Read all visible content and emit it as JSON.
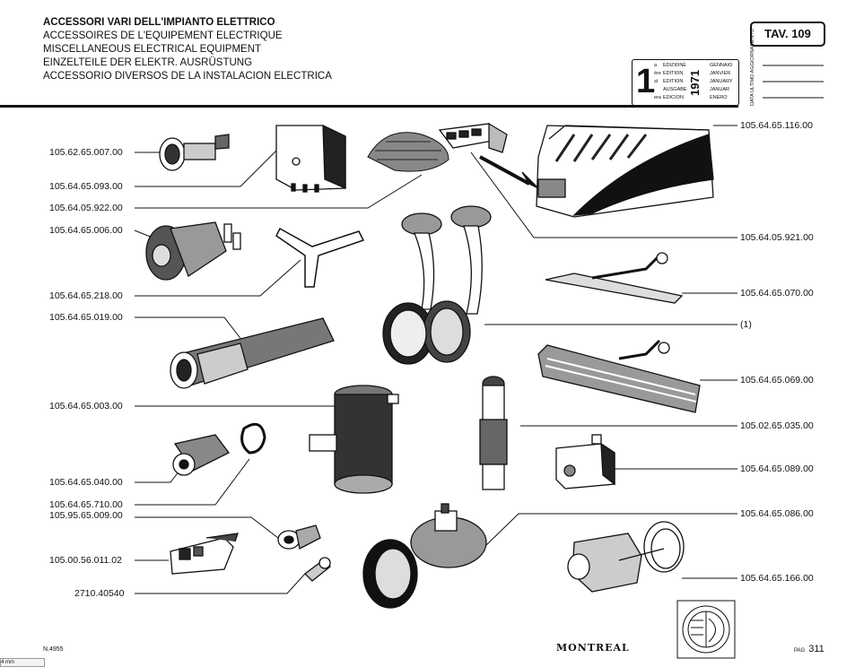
{
  "title_lines": [
    "ACCESSORI VARI DELL'IMPIANTO ELETTRICO",
    "ACCESSOIRES DE L'EQUIPEMENT ELECTRIQUE",
    "MISCELLANEOUS ELECTRICAL EQUIPMENT",
    "EINZELTEILE DER ELEKTR. AUSRÜSTUNG",
    "ACCESSORIO DIVERSOS DE LA INSTALACION ELECTRICA"
  ],
  "table_label": "TAV. 109",
  "edition": {
    "number": "1",
    "ordinals": [
      "a",
      "ère",
      "st",
      ".",
      "era"
    ],
    "words": [
      "EDIZIONE",
      "EDITION",
      "EDITION",
      "AUSGABE",
      "EDICION"
    ],
    "year": "1971",
    "months": [
      "GENNAIO",
      "JANVIER",
      "JANUARY",
      "JANUAR",
      "ENERO"
    ],
    "update_label": "DATA ULTIMO AGGIORNAMENTO"
  },
  "left_parts": [
    "105.62.65.007.00",
    "105.64.65.093.00",
    "105.64.05.922.00",
    "105.64.65.006.00",
    "105.64.65.218.00",
    "105.64.65.019.00",
    "105.64.65.003.00",
    "105.64.65.040.00",
    "105.64.65.710.00",
    "105.95.65.009.00",
    "105.00.56.011.02",
    "2710.40540"
  ],
  "right_parts": [
    "105.64.65.116.00",
    "105.64.05.921.00",
    "105.64.65.070.00",
    "(1)",
    "105.64.65.069.00",
    "105.02.65.035.00",
    "105.64.65.089.00",
    "105.64.65.086.00",
    "105.64.65.166.00"
  ],
  "footer": {
    "code": "N.4955",
    "model": "MONTREAL",
    "page_prefix": "PAG",
    "page_number": "311",
    "corner_tab": "4 mm"
  }
}
